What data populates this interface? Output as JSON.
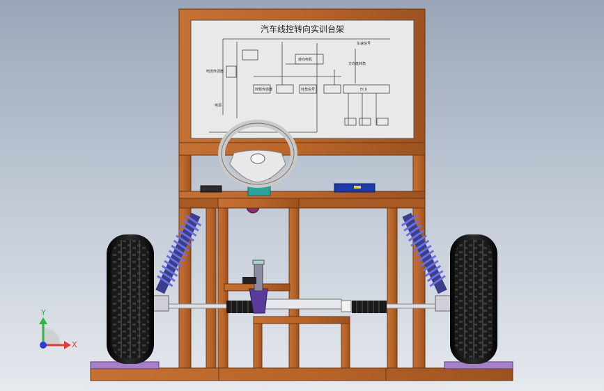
{
  "board": {
    "title": "汽车线控转向实训台架",
    "ecu_label": "ECU",
    "small_labels": [
      "电源",
      "方向盘转角",
      "转向电机",
      "电流传感器",
      "车速信号",
      "转矩传感器",
      "转角信号"
    ]
  },
  "triad": {
    "x_label": "X",
    "y_label": "Y",
    "x_color": "#e23b3b",
    "y_color": "#2fb34a",
    "z_color": "#2a3fd6"
  },
  "colors": {
    "frame": "#b8652a",
    "frame_dark": "#7d3f14",
    "spring": "#5a5fd0",
    "rack": "#dcdde6",
    "tire": "#151515",
    "base_plate": "#a57fc8"
  }
}
